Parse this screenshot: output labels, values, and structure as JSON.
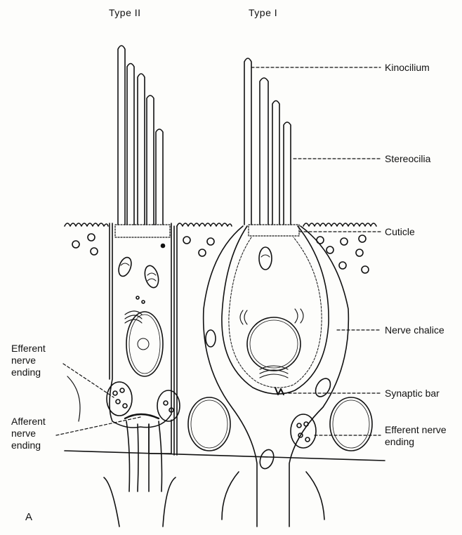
{
  "titles": {
    "type_ii": "Type II",
    "type_i": "Type I"
  },
  "labels": {
    "kinocilium": "Kinocilium",
    "stereocilia": "Stereocilia",
    "cuticle": "Cuticle",
    "nerve_chalice": "Nerve chalice",
    "synaptic_bar": "Synaptic bar",
    "efferent_right": "Efferent nerve ending",
    "efferent_left": "Efferent nerve ending",
    "afferent_left": "Afferent nerve ending"
  },
  "panel_letter": "A",
  "colors": {
    "ink": "#111111",
    "paper": "#fdfdfb"
  }
}
